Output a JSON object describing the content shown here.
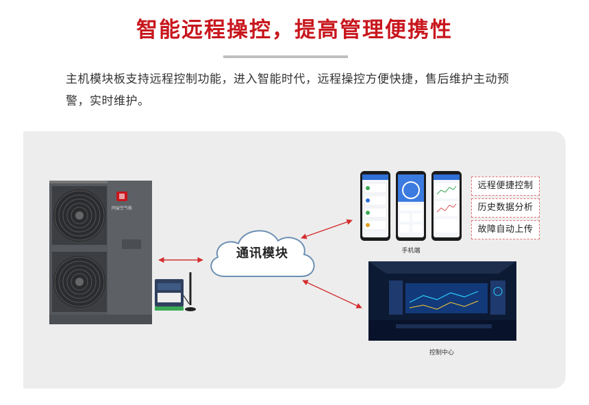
{
  "header": {
    "title": "智能远程操控，提高管理便携性",
    "intro": "主机模块板支持远程控制功能，进入智能时代，远程操控方便快捷，售后维护主动预警，实时维护。"
  },
  "diagram": {
    "hub_label": "通讯模块",
    "unit_brand": "同益空气能",
    "phone_caption": "手机端",
    "control_caption": "控制中心",
    "features": [
      "远程便捷控制",
      "历史数据分析",
      "故障自动上传"
    ],
    "colors": {
      "accent": "#c8161d",
      "arrow": "#d32f2f",
      "cloud_stroke": "#6b8fb3",
      "panel": "#ededed"
    }
  }
}
